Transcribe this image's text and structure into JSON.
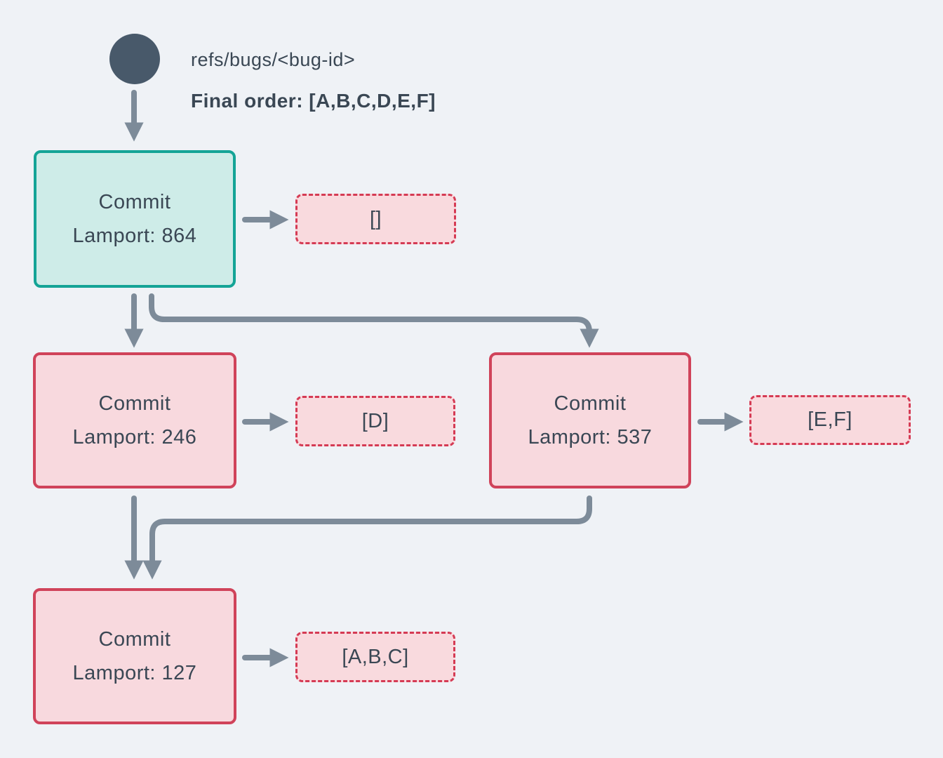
{
  "background": "#eff2f6",
  "ref": {
    "name": "refs/bugs/<bug-id>",
    "final_order": "Final order: [A,B,C,D,E,F]"
  },
  "commits": [
    {
      "title": "Commit",
      "lamport": "Lamport: 864",
      "state": "head",
      "payload": "[]"
    },
    {
      "title": "Commit",
      "lamport": "Lamport: 246",
      "state": "normal",
      "payload": "[D]"
    },
    {
      "title": "Commit",
      "lamport": "Lamport: 537",
      "state": "normal",
      "payload": "[E,F]"
    },
    {
      "title": "Commit",
      "lamport": "Lamport: 127",
      "state": "normal",
      "payload": "[A,B,C]"
    }
  ],
  "edges": [
    {
      "from": "ref",
      "to": "commit-864"
    },
    {
      "from": "commit-864",
      "to": "payload-empty"
    },
    {
      "from": "commit-864",
      "to": "commit-246"
    },
    {
      "from": "commit-864",
      "to": "commit-537"
    },
    {
      "from": "commit-246",
      "to": "payload-d"
    },
    {
      "from": "commit-537",
      "to": "payload-ef"
    },
    {
      "from": "commit-246",
      "to": "commit-127"
    },
    {
      "from": "commit-537",
      "to": "commit-127"
    },
    {
      "from": "commit-127",
      "to": "payload-abc"
    }
  ],
  "colors": {
    "background": "#eff2f6",
    "text": "#3a4754",
    "ref_circle": "#48596a",
    "arrow": "#7d8b99",
    "head_fill": "#ceece8",
    "head_border": "#14a496",
    "commit_fill": "#f8d9de",
    "commit_border": "#d0435a",
    "payload_fill": "#f9dade",
    "payload_border": "#d53b54"
  }
}
